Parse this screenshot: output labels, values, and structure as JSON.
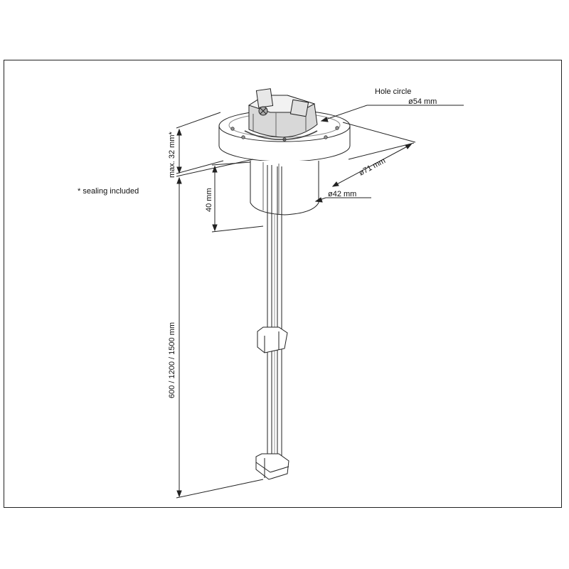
{
  "labels": {
    "hole_circle": "Hole circle",
    "dia_54": "ø54 mm",
    "dia_71": "ø71 mm",
    "dia_42": "ø42 mm",
    "max_32": "max. 32 mm*",
    "h_40": "40 mm",
    "length": "600 / 1200 / 1500 mm",
    "sealing": "* sealing included"
  },
  "colors": {
    "line": "#222222",
    "fill": "#ffffff",
    "shade": "#bdbdbd"
  }
}
